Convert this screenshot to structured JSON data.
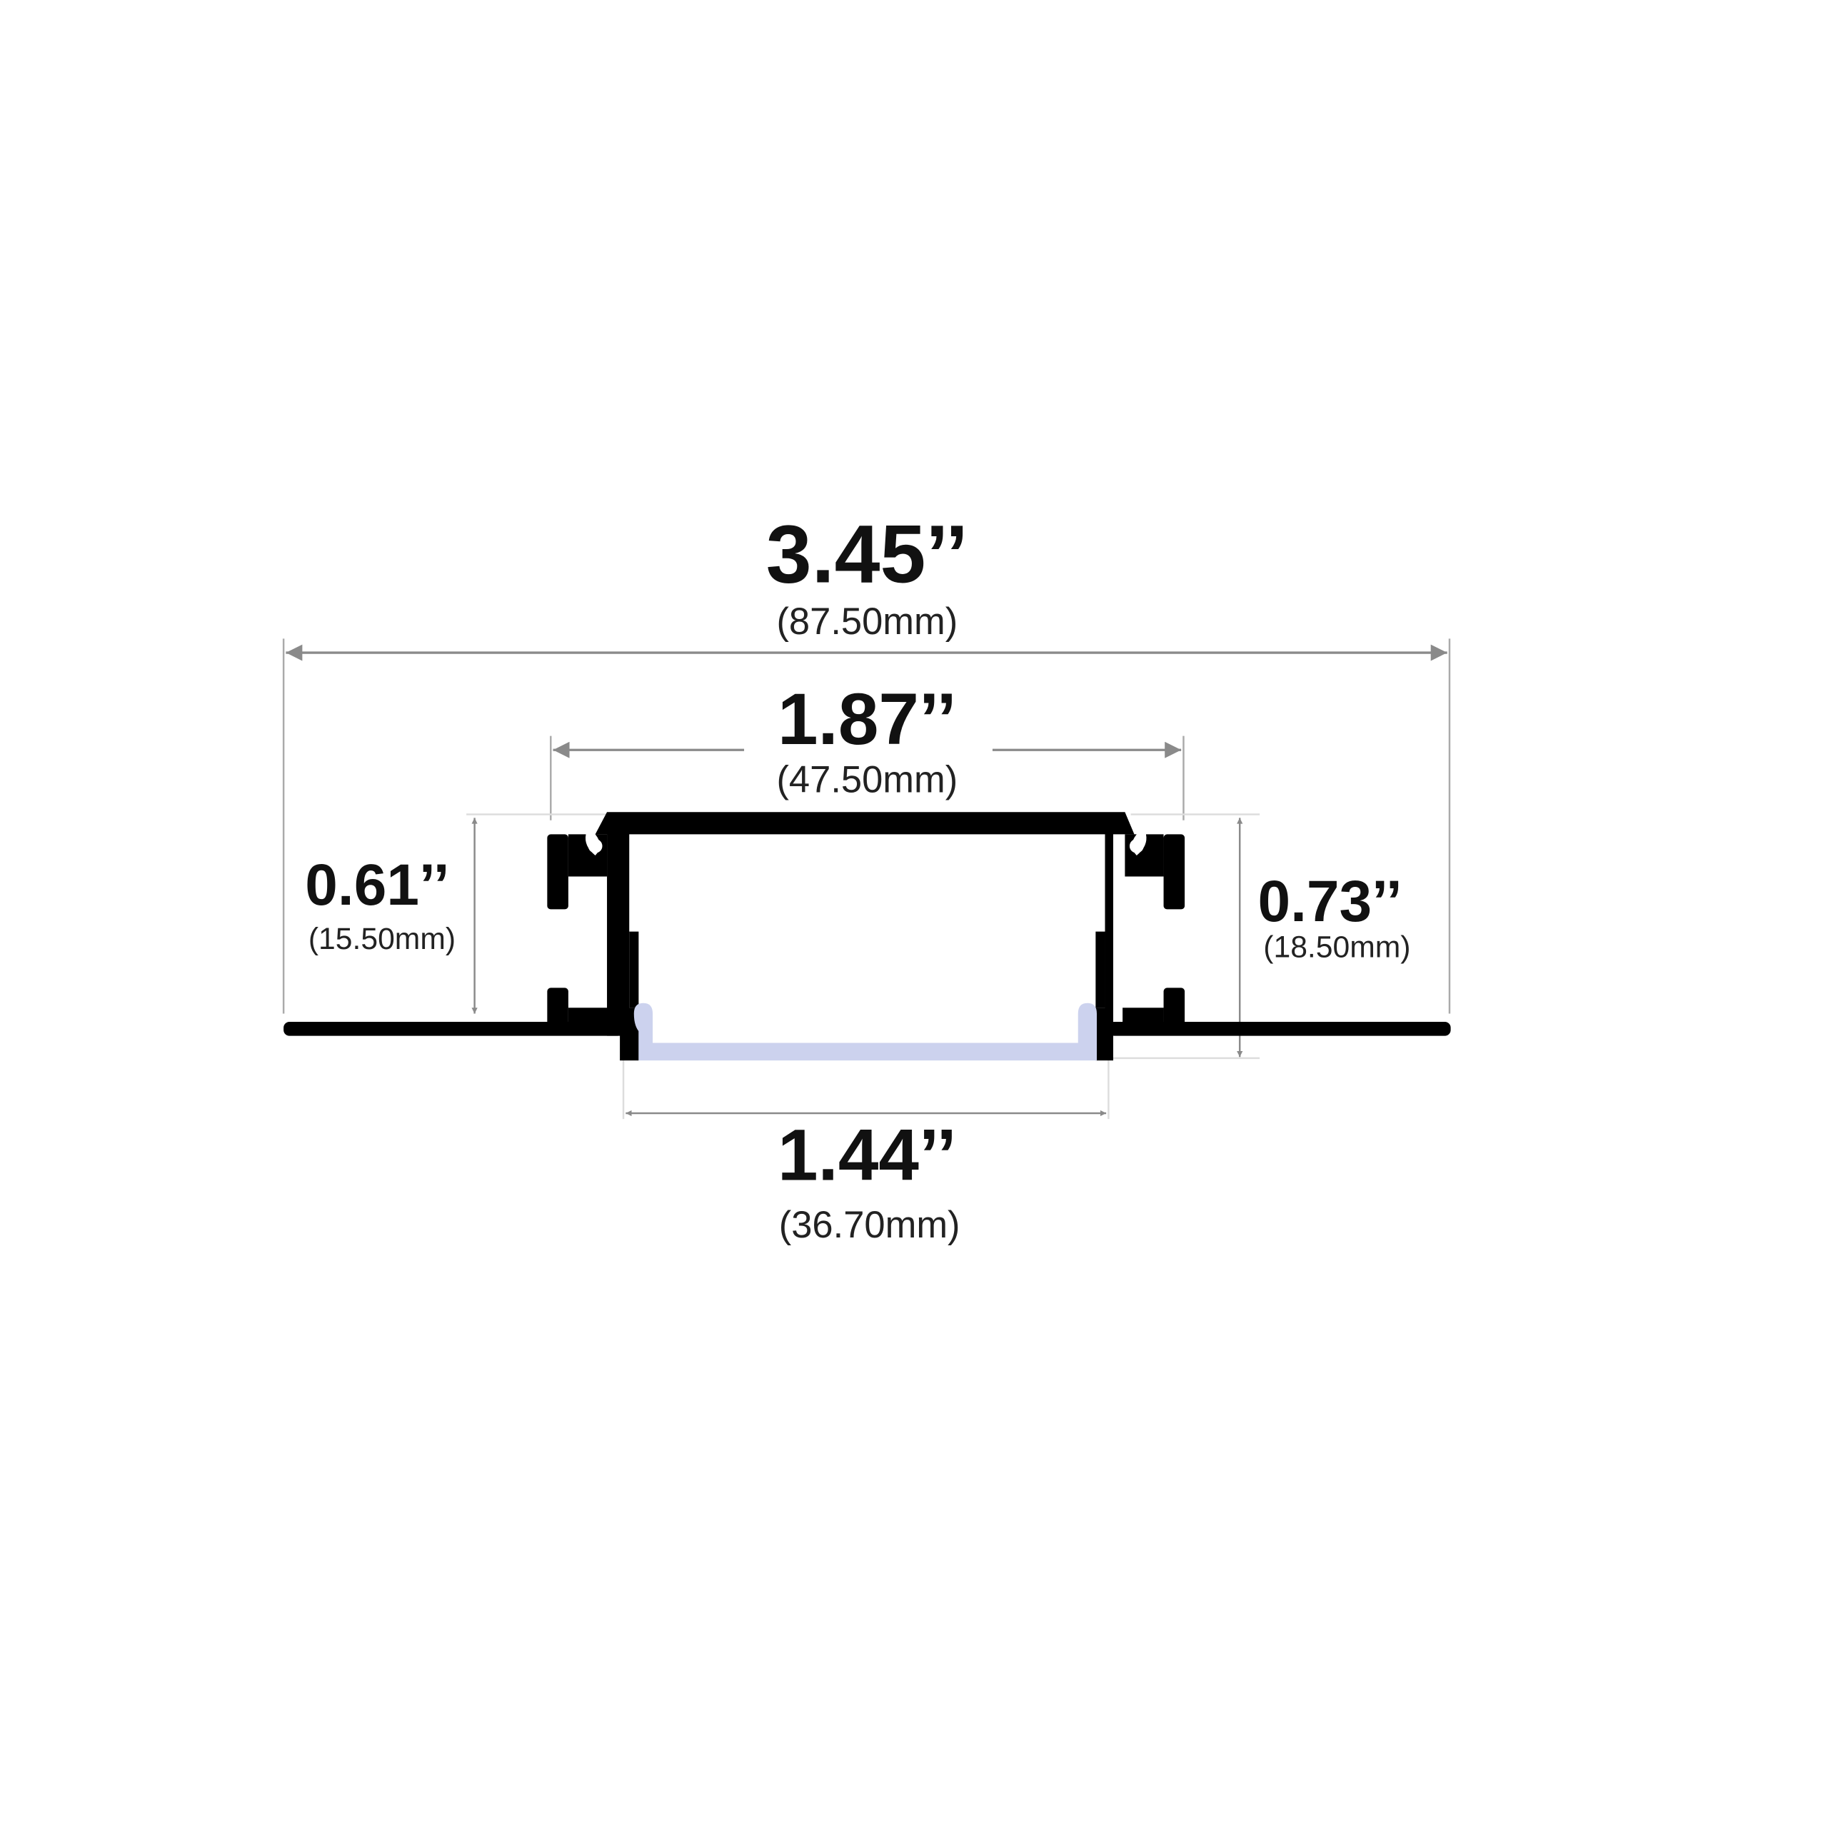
{
  "dimensions": {
    "overall_width": {
      "inch": "3.45’’",
      "mm": "(87.50mm)"
    },
    "top_width": {
      "inch": "1.87’’",
      "mm": "(47.50mm)"
    },
    "left_height": {
      "inch": "0.61’’",
      "mm": "(15.50mm)"
    },
    "right_height": {
      "inch": "0.73’’",
      "mm": "(18.50mm)"
    },
    "opening_width": {
      "inch": "1.44’’",
      "mm": "(36.70mm)"
    }
  },
  "colors": {
    "profile": "#000000",
    "diffuser": "#ccd2ee",
    "dimension_line": "#8a8a8a"
  }
}
